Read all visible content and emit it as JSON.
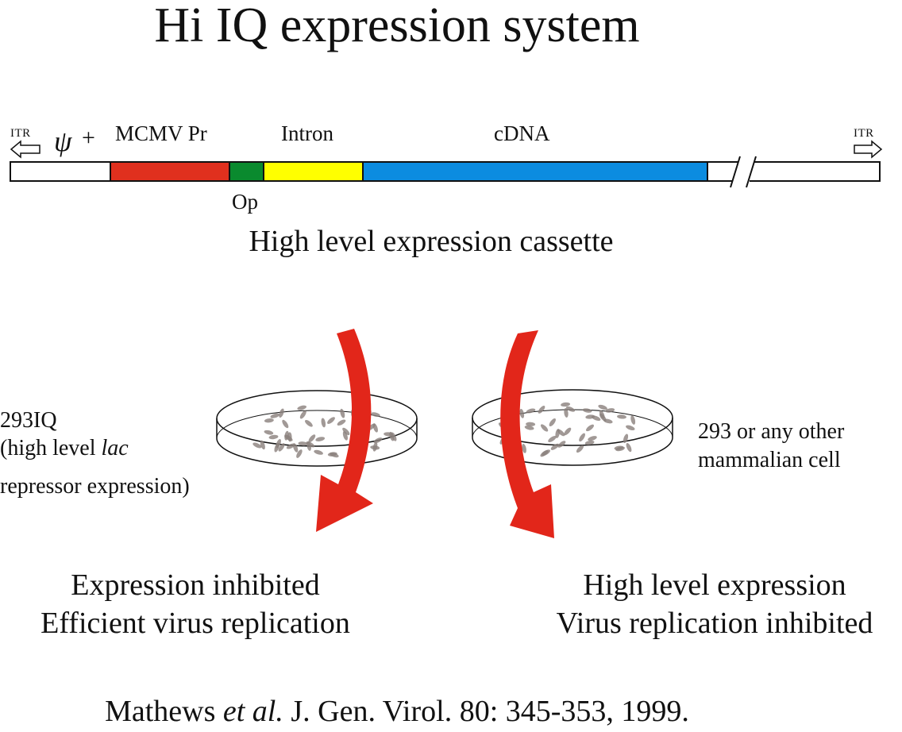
{
  "title": "Hi IQ expression system",
  "construct": {
    "left_itr": "ITR",
    "right_itr": "ITR",
    "psi": "ψ",
    "psi_sup": "+",
    "segments": [
      {
        "label": "MCMV Pr",
        "color": "#e0301e"
      },
      {
        "label": "Op",
        "color": "#0a8a2e"
      },
      {
        "label": "Intron",
        "color": "#ffff00"
      },
      {
        "label": "cDNA",
        "color": "#0c8ce0"
      }
    ],
    "cassette_label": "High level expression cassette"
  },
  "left_cell": {
    "line1": "293IQ",
    "line2_pre": "(high level ",
    "line2_em": "lac",
    "line3": "repressor expression)"
  },
  "right_cell": {
    "line1": "293 or any other",
    "line2": "mammalian cell"
  },
  "outcomes": {
    "left_line1": "Expression inhibited",
    "left_line2": "Efficient virus replication",
    "right_line1": "High level expression",
    "right_line2": "Virus replication inhibited"
  },
  "citation": {
    "pre": "Mathews ",
    "em": "et al.",
    "post": " J. Gen. Virol. 80: 345-353, 1999."
  },
  "colors": {
    "arrow": "#e2261a",
    "cell": "#8a7f7c"
  }
}
